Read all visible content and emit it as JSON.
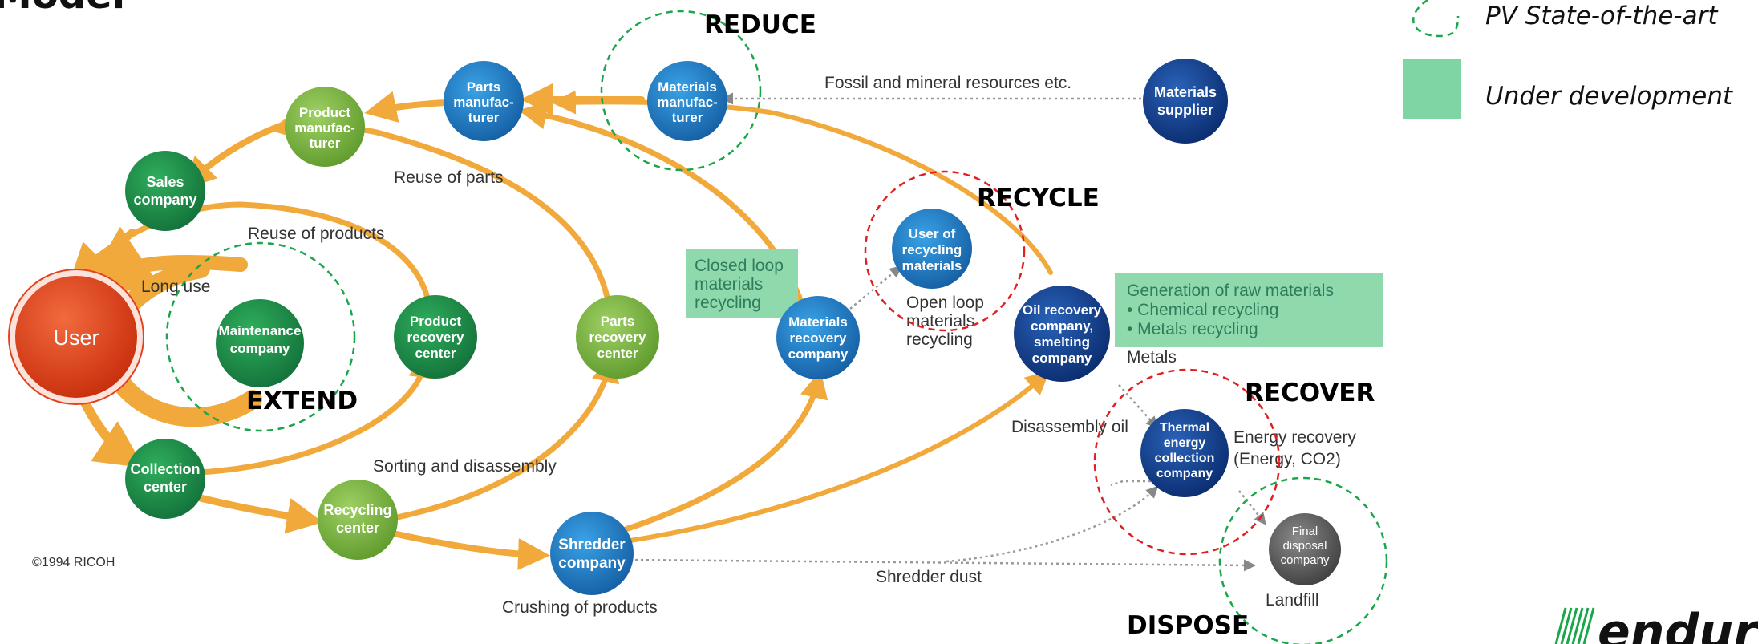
{
  "title_fragment": "Model",
  "legend": {
    "state_of_art": "PV State-of-the-art",
    "under_development": "Under development"
  },
  "strategies": {
    "reduce": "REDUCE",
    "recycle": "RECYCLE",
    "extend": "EXTEND",
    "recover": "RECOVER",
    "dispose": "DISPOSE"
  },
  "nodes": {
    "user": "User",
    "maintenance": [
      "Maintenance",
      "company"
    ],
    "sales": [
      "Sales",
      "company"
    ],
    "product_manufacturer": [
      "Product",
      "manufac-",
      "turer"
    ],
    "parts_manufacturer": [
      "Parts",
      "manufac-",
      "turer"
    ],
    "materials_manufacturer": [
      "Materials",
      "manufac-",
      "turer"
    ],
    "materials_supplier": [
      "Materials",
      "supplier"
    ],
    "product_recovery": [
      "Product",
      "recovery",
      "center"
    ],
    "parts_recovery": [
      "Parts",
      "recovery",
      "center"
    ],
    "materials_recovery": [
      "Materials",
      "recovery",
      "company"
    ],
    "user_recycling": [
      "User of",
      "recycling",
      "materials"
    ],
    "oil_recovery": [
      "Oil recovery",
      "company,",
      "smelting",
      "company"
    ],
    "thermal": [
      "Thermal",
      "energy",
      "collection",
      "company"
    ],
    "final_disposal": [
      "Final",
      "disposal",
      "company"
    ],
    "collection": [
      "Collection",
      "center"
    ],
    "recycling_center": [
      "Recycling",
      "center"
    ],
    "shredder": [
      "Shredder",
      "company"
    ]
  },
  "labels": {
    "fossil": "Fossil and mineral resources etc.",
    "reuse_parts": "Reuse of parts",
    "reuse_products": "Reuse of products",
    "long_use": "Long use",
    "sorting": "Sorting and disassembly",
    "crushing": "Crushing of products",
    "shredder_dust": "Shredder dust",
    "landfill": "Landfill",
    "disassembly_oil": "Disassembly oil",
    "metals": "Metals",
    "energy_recovery": [
      "Energy recovery",
      "(Energy, CO2)"
    ],
    "open_loop": [
      "Open loop",
      "materials",
      "recycling"
    ],
    "copyright": "©1994 RICOH"
  },
  "green_boxes": {
    "closed_loop": [
      "Closed loop",
      "materials",
      "recycling"
    ],
    "generation": [
      "Generation of raw materials",
      "• Chemical recycling",
      "• Metals recycling"
    ]
  },
  "logo_text": "endur",
  "colors": {
    "arrow": "#f0a93a",
    "green_box": "#8fd9ad",
    "legend_green": "#7fd6a4",
    "dashed_green": "#1aa64a",
    "dashed_red": "#e02020",
    "user_red": "#e4421c",
    "dark_green": "#1d8a45",
    "light_green": "#7cb342",
    "blue": "#1e7fc4",
    "dark_blue": "#0d3d8a",
    "gray": "#5f5f5f"
  }
}
